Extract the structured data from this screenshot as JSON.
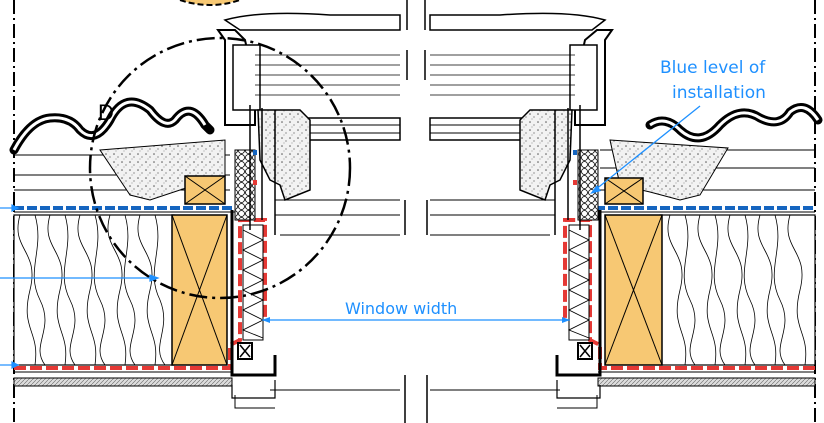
{
  "labels": {
    "detail_marker": "D",
    "installation_line1": "Blue level of",
    "installation_line2": "installation",
    "window_width": "Window width"
  },
  "colors": {
    "annotation_blue": "#1e90ff",
    "membrane_blue": "#1565c0",
    "membrane_red": "#e53935",
    "timber": "#f7c873",
    "outline": "#000000",
    "insulation_bg": "#ffffff"
  },
  "icons": {
    "fixing_box": "boxed-x-mark",
    "timber_section": "crossed-rectangle"
  }
}
